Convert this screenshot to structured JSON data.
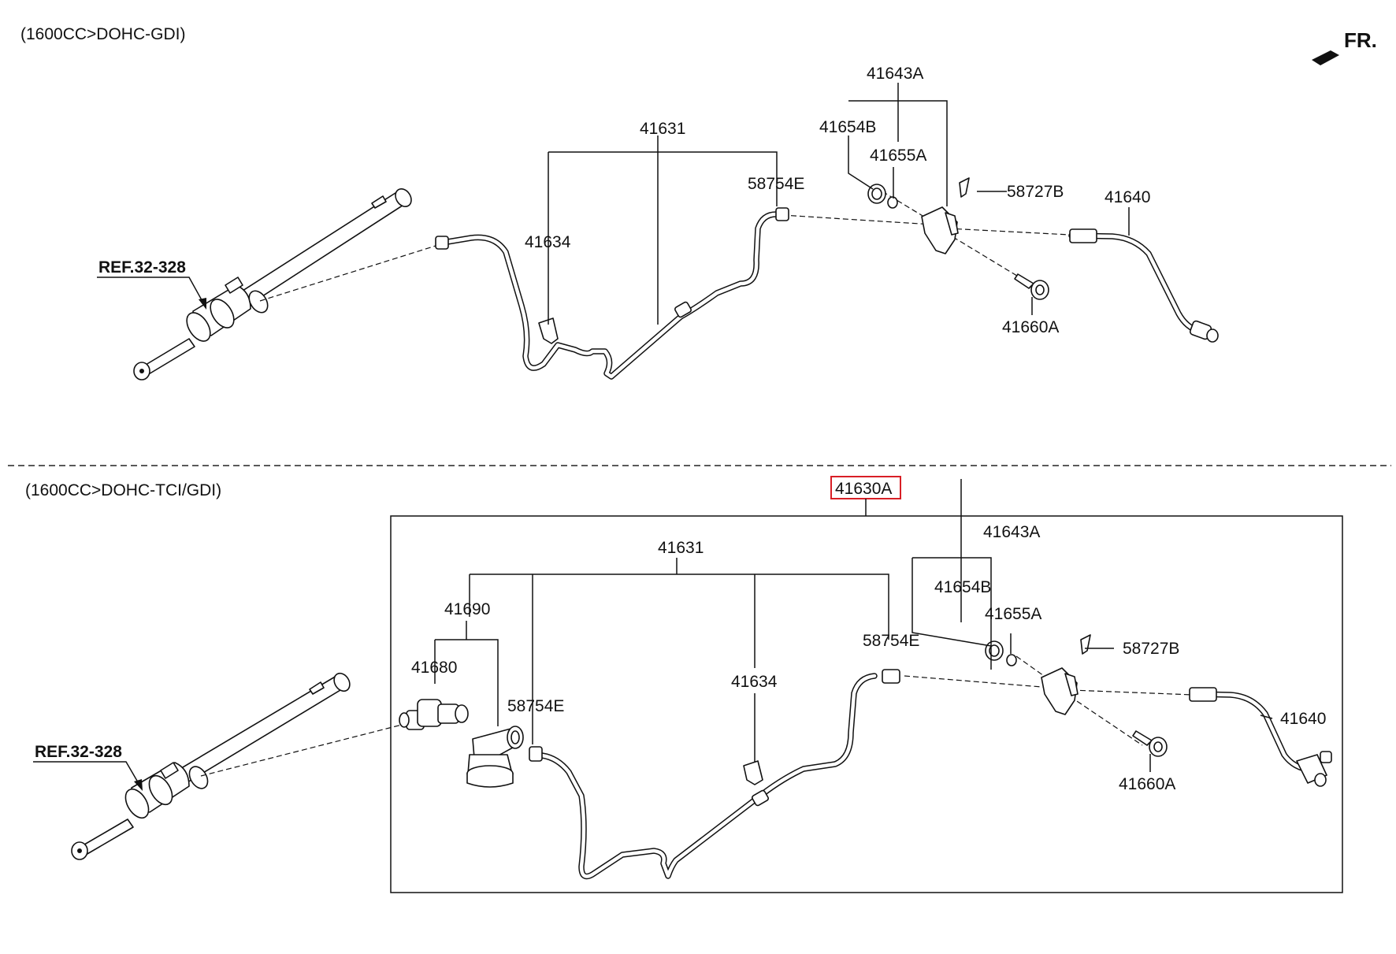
{
  "captions": {
    "top": "(1600CC>DOHC-GDI)",
    "bottom": "(1600CC>DOHC-TCI/GDI)"
  },
  "direction": {
    "label": "FR."
  },
  "top_section": {
    "ref": "REF.32-328",
    "labels": {
      "p41631": "41631",
      "p41634": "41634",
      "p58754E": "58754E",
      "p41643A": "41643A",
      "p41654B": "41654B",
      "p41655A": "41655A",
      "p58727B": "58727B",
      "p41640": "41640",
      "p41660A": "41660A"
    }
  },
  "bottom_section": {
    "ref": "REF.32-328",
    "assembly": "41630A",
    "highlight_color": "#d81f26",
    "labels": {
      "p41631": "41631",
      "p41690": "41690",
      "p41680": "41680",
      "p58754E_a": "58754E",
      "p41634": "41634",
      "p58754E_b": "58754E",
      "p41643A": "41643A",
      "p41654B": "41654B",
      "p41655A": "41655A",
      "p58727B": "58727B",
      "p41640": "41640",
      "p41660A": "41660A"
    }
  }
}
